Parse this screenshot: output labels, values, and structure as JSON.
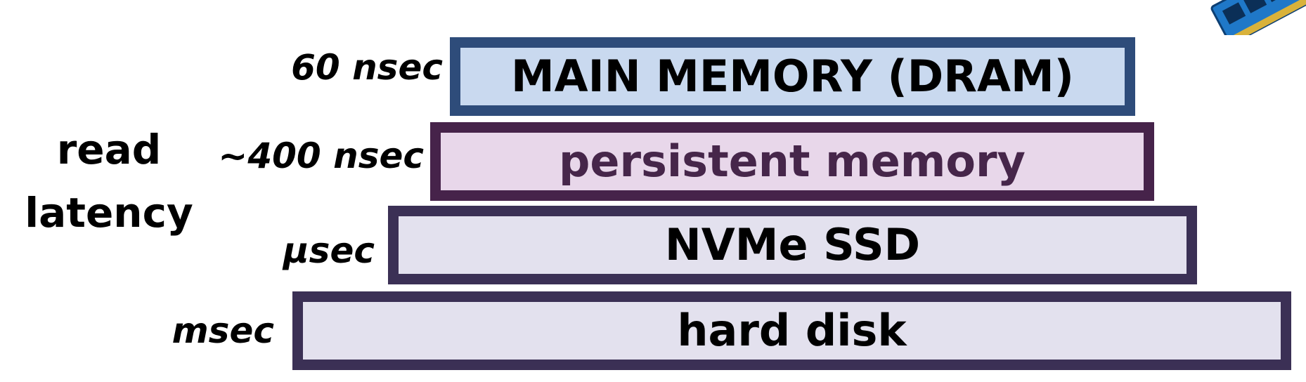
{
  "axis_label": {
    "line1": "read",
    "line2": "latency"
  },
  "tiers": [
    {
      "label": "MAIN MEMORY (DRAM)",
      "latency": "60 nsec",
      "fill": "#c9d9ef",
      "border": "#2e4c7a",
      "text_color": "#000000"
    },
    {
      "label": "persistent memory",
      "latency": "~400 nsec",
      "fill": "#e8d7ea",
      "border": "#46234a",
      "text_color": "#46264a"
    },
    {
      "label": "NVMe SSD",
      "latency": "μsec",
      "fill": "#e3e1ee",
      "border": "#3b3055",
      "text_color": "#000000"
    },
    {
      "label": "hard disk",
      "latency": "msec",
      "fill": "#e3e1ee",
      "border": "#3b3055",
      "text_color": "#000000"
    }
  ],
  "icons": {
    "chip": "memory-module-icon"
  }
}
